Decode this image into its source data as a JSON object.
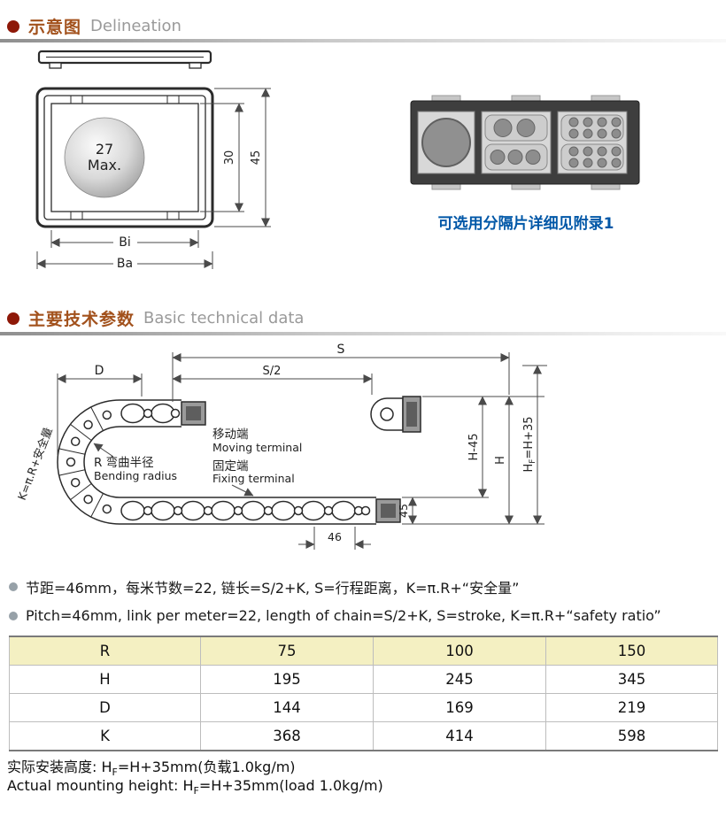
{
  "section1": {
    "title_cn": "示意图",
    "title_en": "Delineation"
  },
  "cross_section": {
    "ball_value": "27",
    "ball_max": "Max.",
    "dim_inner_height": "30",
    "dim_outer_height": "45",
    "dim_inner_width": "Bi",
    "dim_outer_width": "Ba"
  },
  "divider": {
    "caption": "可选用分隔片详细见附录1"
  },
  "section2": {
    "title_cn": "主要技术参数",
    "title_en": "Basic technical data"
  },
  "bend": {
    "dim_s": "S",
    "dim_s_half": "S/2",
    "dim_d": "D",
    "moving_cn": "移动端",
    "moving_en": "Moving terminal",
    "fixed_cn": "固定端",
    "fixed_en": "Fixing terminal",
    "radius_cn": "R 弯曲半径",
    "radius_en": "Bending radius",
    "k_label": "K=π.R+安全量",
    "dim_h_minus": "H-45",
    "dim_h": "H",
    "hf_pre": "H",
    "hf_sub": "F",
    "hf_post": "=H+35",
    "dim_45": "45",
    "dim_46": "46"
  },
  "notes": {
    "cn": "节距=46mm，每米节数=22, 链长=S/2+K, S=行程距离，K=π.R+“安全量”",
    "en": "Pitch=46mm, link per meter=22, length of chain=S/2+K, S=stroke, K=π.R+“safety ratio”"
  },
  "table": {
    "header": [
      "R",
      "75",
      "100",
      "150"
    ],
    "rows": [
      [
        "H",
        "195",
        "245",
        "345"
      ],
      [
        "D",
        "144",
        "169",
        "219"
      ],
      [
        "K",
        "368",
        "414",
        "598"
      ]
    ]
  },
  "footer": {
    "cn_pre": "实际安装高度: H",
    "cn_sub": "F",
    "cn_post": "=H+35mm(负载1.0kg/m)",
    "en_pre": "Actual mounting height: H",
    "en_sub": "F",
    "en_post": "=H+35mm(load 1.0kg/m)"
  }
}
